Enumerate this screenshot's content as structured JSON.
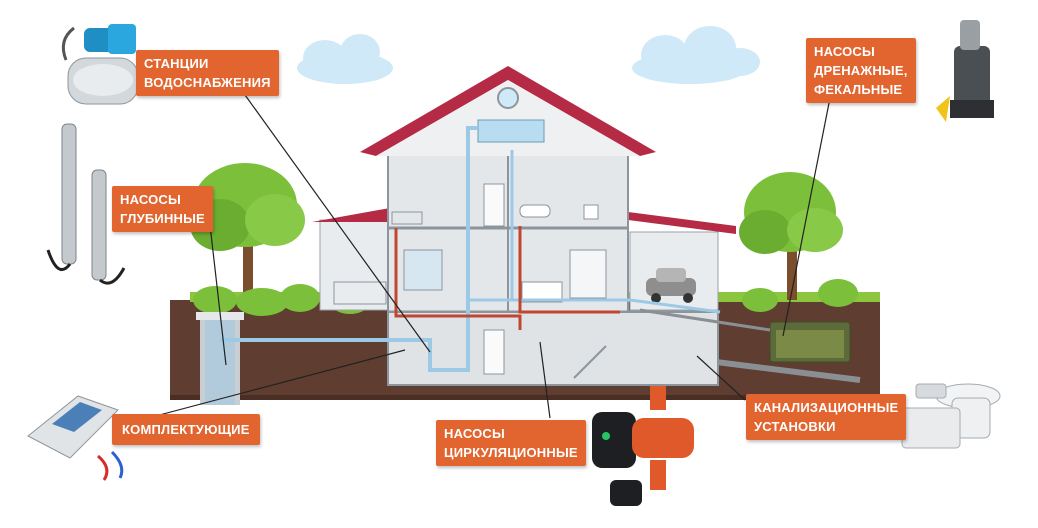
{
  "labels": {
    "water_stations": {
      "line1": "СТАНЦИИ",
      "line2": "ВОДОСНАБЖЕНИЯ"
    },
    "deep_pumps": {
      "line1": "НАСОСЫ",
      "line2": "ГЛУБИННЫЕ"
    },
    "components": {
      "line1": "КОМПЛЕКТУЮЩИЕ"
    },
    "drainage_pumps": {
      "line1": "НАСОСЫ",
      "line2": "ДРЕНАЖНЫЕ,",
      "line3": "ФЕКАЛЬНЫЕ"
    },
    "circulation_pumps": {
      "line1": "НАСОСЫ",
      "line2": "ЦИРКУЛЯЦИОННЫЕ"
    },
    "sewage_units": {
      "line1": "КАНАЛИЗАЦИОННЫЕ",
      "line2": "УСТАНОВКИ"
    }
  },
  "colors": {
    "label_bg": "#e2642e",
    "roof": "#b52a45",
    "ground": "#5f3d30",
    "cold_water_pipe": "#9cc9e6",
    "hot_water_pipe": "#c0462f",
    "tree_green": "#7bbf3a",
    "sky_cloud": "#cfe9f8"
  }
}
